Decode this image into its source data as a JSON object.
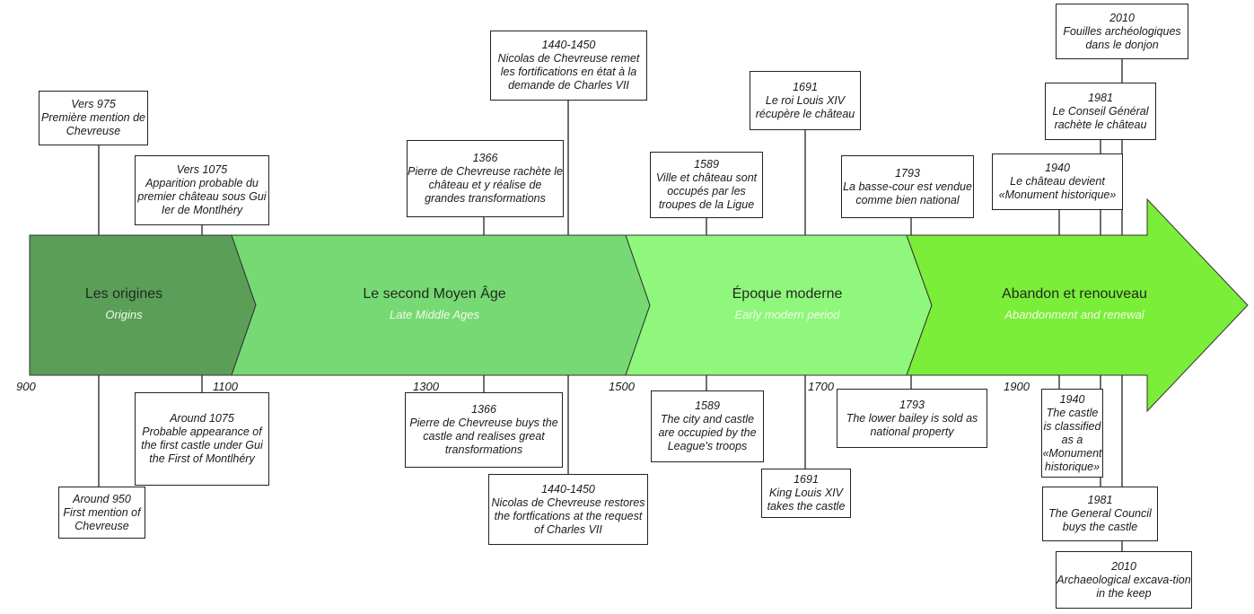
{
  "periods": [
    {
      "title": "Les origines",
      "subtitle": "Origins",
      "color": "#5a9e58"
    },
    {
      "title": "Le second Moyen Âge",
      "subtitle": "Late Middle Ages",
      "color": "#77d974"
    },
    {
      "title": "Époque moderne",
      "subtitle": "Early modern period",
      "color": "#8ff77b"
    },
    {
      "title": "Abandon et renouveau",
      "subtitle": "Abandonment and renewal",
      "color": "#7aee38"
    }
  ],
  "year_labels": [
    "900",
    "1100",
    "1300",
    "1500",
    "1700",
    "1900"
  ],
  "events_fr": [
    {
      "year": "Vers 975",
      "text": "Première mention de Chevreuse"
    },
    {
      "year": "Vers 1075",
      "text": "Apparition probable du premier château sous Gui Ier de Montlhéry"
    },
    {
      "year": "1366",
      "text": "Pierre de Chevreuse rachète le château et y réalise de grandes transformations"
    },
    {
      "year": "1440-1450",
      "text": "Nicolas de Chevreuse remet les fortifications en état à la demande de Charles VII"
    },
    {
      "year": "1589",
      "text": "Ville et château sont occupés par les troupes de la Ligue"
    },
    {
      "year": "1691",
      "text": "Le roi Louis XIV récupère le château"
    },
    {
      "year": "1793",
      "text": "La basse-cour est vendue comme bien national"
    },
    {
      "year": "1940",
      "text": "Le château devient «Monument historique»"
    },
    {
      "year": "1981",
      "text": "Le Conseil Général rachète le château"
    },
    {
      "year": "2010",
      "text": "Fouilles archéologiques dans le donjon"
    }
  ],
  "events_en": [
    {
      "year": "Around 950",
      "text": "First mention of Chevreuse"
    },
    {
      "year": "Around 1075",
      "text": "Probable appearance of the first castle under Gui the First of Montlhéry"
    },
    {
      "year": "1366",
      "text": "Pierre de Chevreuse buys the castle and realises great transformations"
    },
    {
      "year": "1440-1450",
      "text": "Nicolas de Chevreuse restores the fortfications at the request of Charles VII"
    },
    {
      "year": "1589",
      "text": "The city and castle are occupied by the League's troops"
    },
    {
      "year": "1691",
      "text": "King Louis XIV takes the castle"
    },
    {
      "year": "1793",
      "text": "The lower bailey is sold as national property"
    },
    {
      "year": "1940",
      "text": "The castle is classified as a «Monument historique»"
    },
    {
      "year": "1981",
      "text": "The General Council buys the castle"
    },
    {
      "year": "2010",
      "text": "Archaeological excava-tion in the keep"
    }
  ]
}
